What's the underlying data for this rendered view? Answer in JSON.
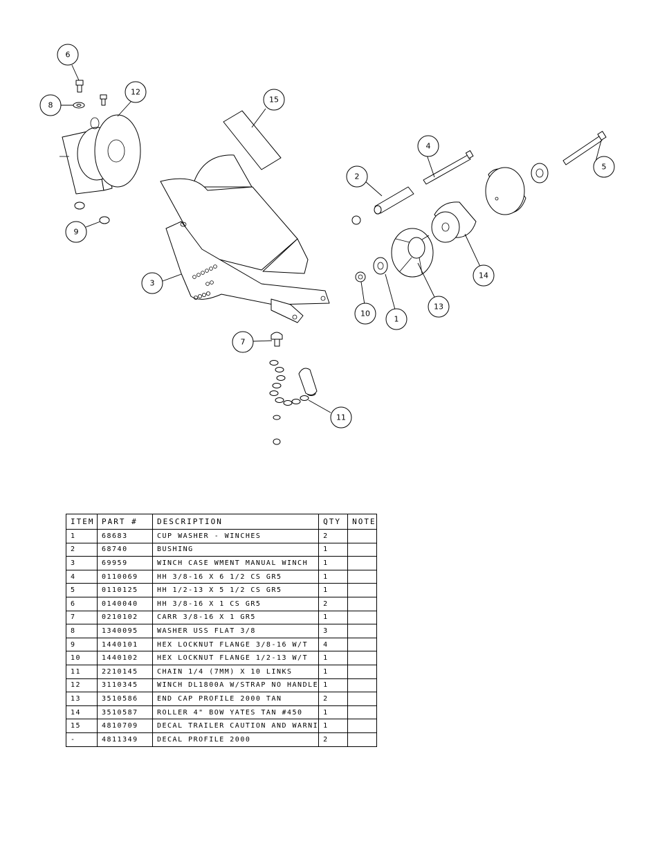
{
  "balloons": [
    "6",
    "8",
    "12",
    "15",
    "4",
    "5",
    "2",
    "9",
    "3",
    "10",
    "1",
    "13",
    "14",
    "7",
    "11"
  ],
  "bom": {
    "headers": [
      "ITEM",
      "PART #",
      "DESCRIPTION",
      "QTY",
      "NOTE"
    ],
    "rows": [
      [
        "1",
        "68683",
        "CUP WASHER - WINCHES",
        "2",
        ""
      ],
      [
        "2",
        "68740",
        "BUSHING",
        "1",
        ""
      ],
      [
        "3",
        "69959",
        "WINCH CASE WMENT MANUAL WINCH",
        "1",
        ""
      ],
      [
        "4",
        "0110069",
        "HH 3/8-16 X 6 1/2 CS GR5",
        "1",
        ""
      ],
      [
        "5",
        "0110125",
        "HH 1/2-13 X 5 1/2 CS GR5",
        "1",
        ""
      ],
      [
        "6",
        "0140040",
        "HH 3/8-16 X 1 CS GR5",
        "2",
        ""
      ],
      [
        "7",
        "0210102",
        "CARR 3/8-16 X 1 GR5",
        "1",
        ""
      ],
      [
        "8",
        "1340095",
        "WASHER USS FLAT 3/8",
        "3",
        ""
      ],
      [
        "9",
        "1440101",
        "HEX LOCKNUT FLANGE 3/8-16 W/T",
        "4",
        ""
      ],
      [
        "10",
        "1440102",
        "HEX LOCKNUT FLANGE 1/2-13 W/T",
        "1",
        ""
      ],
      [
        "11",
        "2210145",
        "CHAIN 1/4 (7MM) X 10 LINKS",
        "1",
        ""
      ],
      [
        "12",
        "3110345",
        "WINCH DL1800A W/STRAP  NO HANDLE",
        "1",
        ""
      ],
      [
        "13",
        "3510586",
        "END CAP PROFILE 2000 TAN",
        "2",
        ""
      ],
      [
        "14",
        "3510587",
        "ROLLER 4\" BOW YATES TAN #450",
        "1",
        ""
      ],
      [
        "15",
        "4810709",
        "DECAL TRAILER CAUTION AND WARNI",
        "1",
        ""
      ],
      [
        "-",
        "4811349",
        "DECAL PROFILE 2000",
        "2",
        ""
      ]
    ]
  }
}
